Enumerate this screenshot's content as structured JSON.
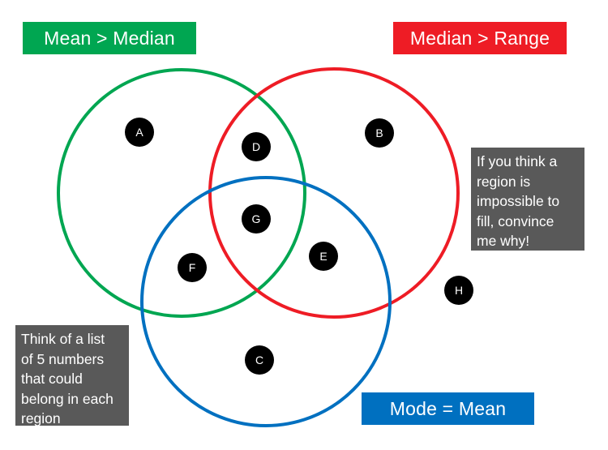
{
  "sets": [
    {
      "id": "green",
      "label": "Mean > Median",
      "color": "#00A651"
    },
    {
      "id": "red",
      "label": "Median > Range",
      "color": "#EE1C25"
    },
    {
      "id": "blue",
      "label": "Mode = Mean",
      "color": "#0070C0"
    }
  ],
  "regions": [
    {
      "id": "A",
      "label": "A",
      "in_sets": [
        "green"
      ]
    },
    {
      "id": "B",
      "label": "B",
      "in_sets": [
        "red"
      ]
    },
    {
      "id": "C",
      "label": "C",
      "in_sets": [
        "blue"
      ]
    },
    {
      "id": "D",
      "label": "D",
      "in_sets": [
        "green",
        "red"
      ]
    },
    {
      "id": "E",
      "label": "E",
      "in_sets": [
        "red",
        "blue"
      ]
    },
    {
      "id": "F",
      "label": "F",
      "in_sets": [
        "green",
        "blue"
      ]
    },
    {
      "id": "G",
      "label": "G",
      "in_sets": [
        "green",
        "red",
        "blue"
      ]
    },
    {
      "id": "H",
      "label": "H",
      "in_sets": []
    }
  ],
  "notes": {
    "right": {
      "lines": [
        "If you think a",
        "region is",
        "impossible to",
        "fill, convince",
        "me why!"
      ],
      "color": "#595959"
    },
    "left": {
      "lines": [
        "Think of a list",
        "of 5 numbers",
        "that could",
        "belong in each",
        "region"
      ],
      "color": "#595959"
    }
  },
  "dot_color": "#000000",
  "dot_text_color": "#ffffff"
}
